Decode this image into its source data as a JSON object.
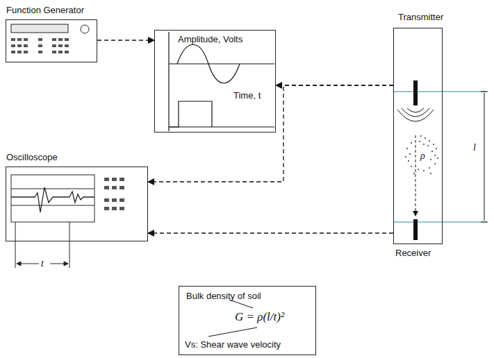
{
  "diagram": {
    "nodes": [
      {
        "text": [
          "Function Generator"
        ]
      },
      {
        "text": [
          "Amplitude, Volts",
          "Time, t"
        ]
      },
      {
        "text": [
          "Transmitter",
          "Receiver"
        ]
      },
      {
        "text": [
          "Oscilloscope"
        ]
      },
      {
        "text": [
          "Bulk density of soil",
          "G = ρ(l/t)²",
          "Vs: Shear wave velocity"
        ]
      }
    ],
    "edges": [
      {
        "from": 0,
        "to": 1,
        "arrow": "to"
      },
      {
        "from": 2,
        "to": 1,
        "arrow": "to"
      },
      {
        "from": 2,
        "to": 3,
        "arrow": "to"
      },
      {
        "from": 2,
        "to": 3,
        "arrow": "to"
      }
    ],
    "labels": [
      "ρ",
      "l",
      "t"
    ]
  }
}
